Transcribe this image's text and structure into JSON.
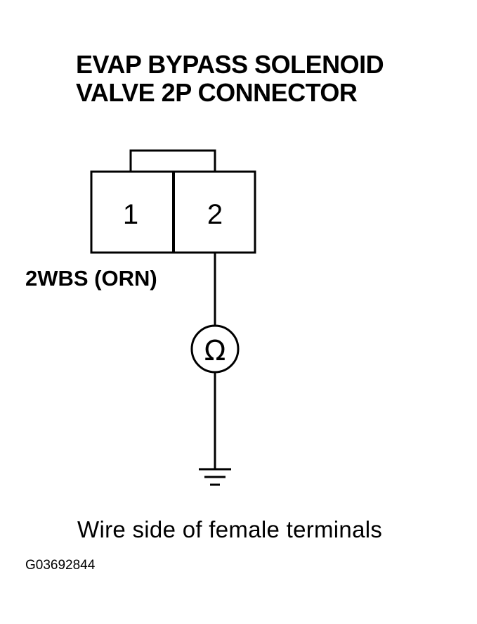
{
  "title": {
    "line1": "EVAP BYPASS SOLENOID",
    "line2": "VALVE 2P CONNECTOR"
  },
  "connector": {
    "terminals": [
      {
        "label": "1"
      },
      {
        "label": "2"
      }
    ]
  },
  "wire_label": "2WBS (ORN)",
  "meter_symbol": "Ω",
  "ground_icon": "ground-symbol-icon",
  "caption": "Wire side of female terminals",
  "figure_id": "G03692844"
}
